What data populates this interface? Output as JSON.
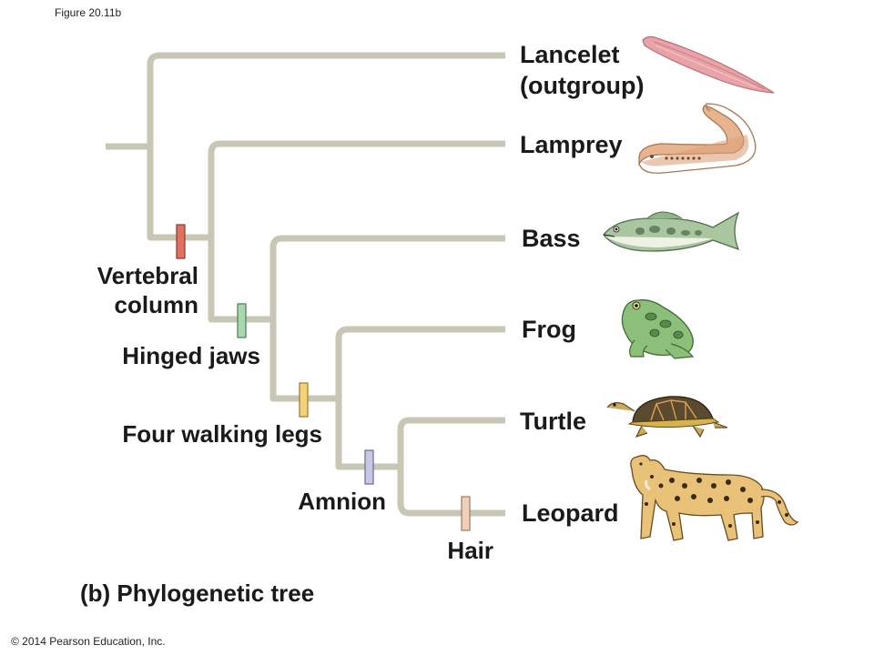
{
  "figure_label": "Figure 20.11b",
  "copyright": "© 2014 Pearson Education, Inc.",
  "caption": "(b) Phylogenetic tree",
  "colors": {
    "branch": "#c8c6b4",
    "vertebral_column": "#e07060",
    "hinged_jaws": "#a8d8b0",
    "four_walking_legs": "#f3d27a",
    "amnion": "#c8c8e4",
    "hair": "#efd0b8"
  },
  "taxa": [
    {
      "id": "lancelet",
      "line1": "Lancelet",
      "line2": "(outgroup)",
      "icon": "lancelet-icon"
    },
    {
      "id": "lamprey",
      "line1": "Lamprey",
      "icon": "lamprey-icon"
    },
    {
      "id": "bass",
      "line1": "Bass",
      "icon": "bass-fish-icon"
    },
    {
      "id": "frog",
      "line1": "Frog",
      "icon": "frog-icon"
    },
    {
      "id": "turtle",
      "line1": "Turtle",
      "icon": "turtle-icon"
    },
    {
      "id": "leopard",
      "line1": "Leopard",
      "icon": "leopard-icon"
    }
  ],
  "traits": [
    {
      "id": "vertebral_column",
      "line1": "Vertebral",
      "line2": "column"
    },
    {
      "id": "hinged_jaws",
      "label": "Hinged jaws"
    },
    {
      "id": "four_walking_legs",
      "label": "Four walking legs"
    },
    {
      "id": "amnion",
      "label": "Amnion"
    },
    {
      "id": "hair",
      "label": "Hair"
    }
  ]
}
